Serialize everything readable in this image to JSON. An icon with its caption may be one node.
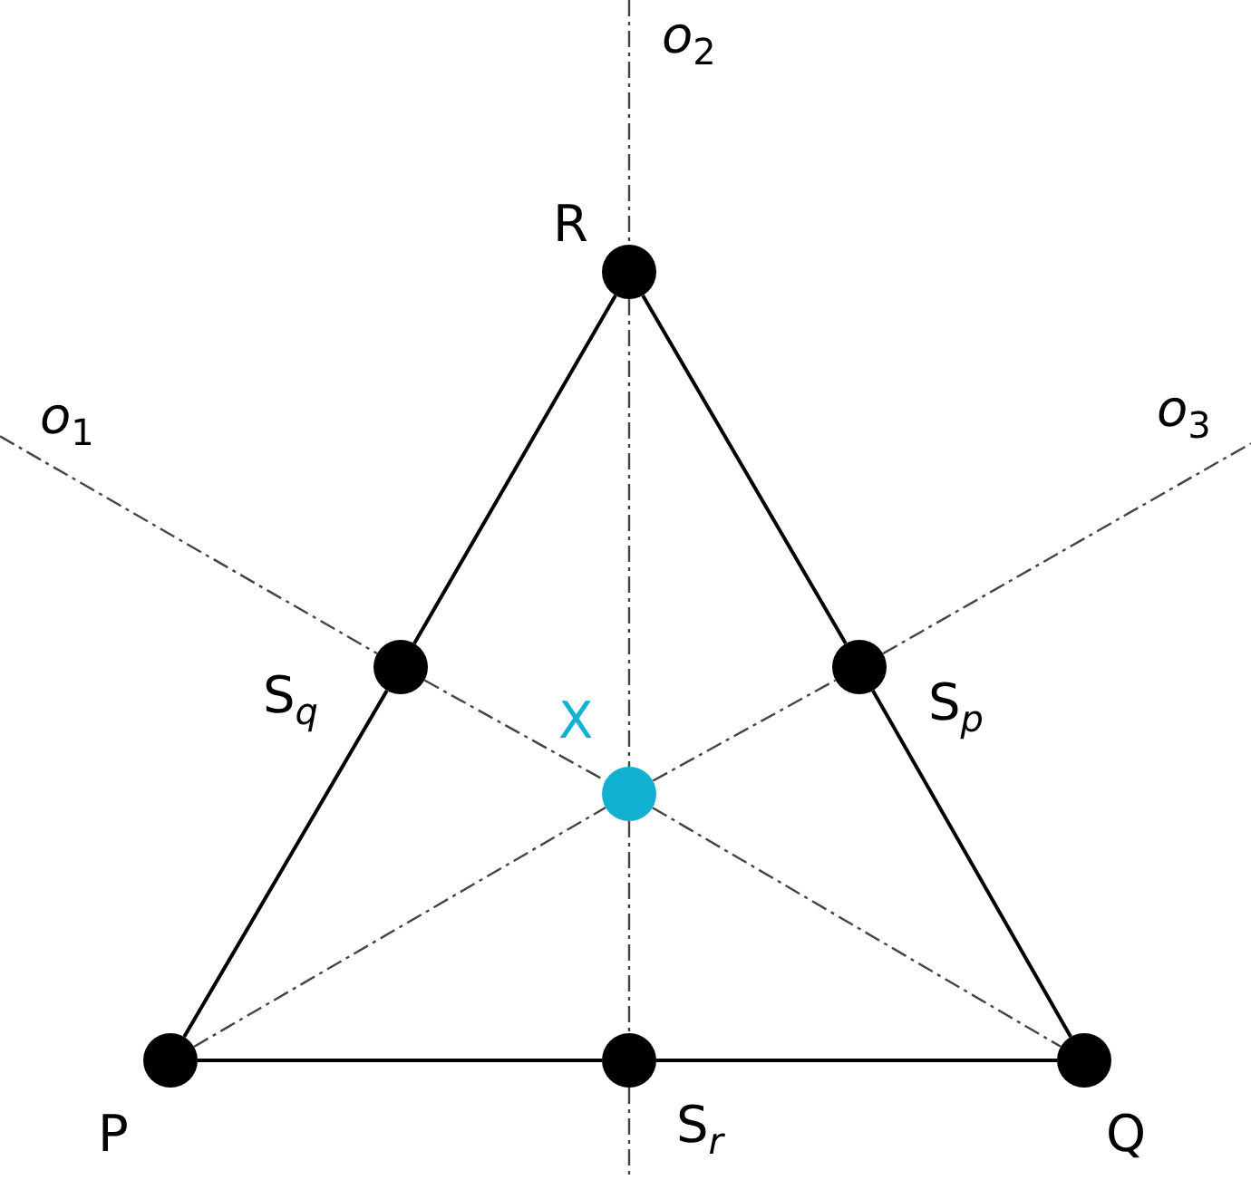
{
  "diagram": {
    "nodes": [
      {
        "text": [],
        "shape": "circle",
        "beside": [
          "R"
        ]
      },
      {
        "text": [],
        "shape": "circle",
        "beside": [
          "S$_{q}$"
        ]
      },
      {
        "text": [],
        "shape": "circle",
        "beside": [
          "S$_{p}$"
        ]
      },
      {
        "text": [],
        "shape": "circle",
        "beside": [
          "X"
        ]
      },
      {
        "text": [],
        "shape": "circle",
        "beside": [
          "P"
        ]
      },
      {
        "text": [],
        "shape": "circle",
        "beside": [
          "S$_{r}$"
        ]
      },
      {
        "text": [],
        "shape": "circle",
        "beside": [
          "Q"
        ]
      }
    ],
    "edges": [
      {
        "from": 4,
        "to": 5,
        "arrow": "none"
      },
      {
        "from": 5,
        "to": 6,
        "arrow": "none"
      },
      {
        "from": 6,
        "to": 2,
        "arrow": "none"
      },
      {
        "from": 2,
        "to": 0,
        "arrow": "none"
      },
      {
        "from": 0,
        "to": 1,
        "arrow": "none"
      },
      {
        "from": 1,
        "to": 4,
        "arrow": "none"
      },
      {
        "from": null,
        "to": 1,
        "arrow": "none",
        "style": "dashed"
      },
      {
        "from": 1,
        "to": 3,
        "arrow": "none",
        "style": "dashed"
      },
      {
        "from": 3,
        "to": 6,
        "arrow": "none",
        "style": "dashed"
      },
      {
        "from": null,
        "to": 0,
        "arrow": "none",
        "style": "dashed"
      },
      {
        "from": 0,
        "to": 3,
        "arrow": "none",
        "style": "dashed"
      },
      {
        "from": 3,
        "to": 5,
        "arrow": "none",
        "style": "dashed"
      },
      {
        "from": 5,
        "to": null,
        "arrow": "none",
        "style": "dashed"
      },
      {
        "from": 4,
        "to": 3,
        "arrow": "none",
        "style": "dashed"
      },
      {
        "from": 3,
        "to": 2,
        "arrow": "none",
        "style": "dashed"
      },
      {
        "from": 2,
        "to": null,
        "arrow": "none",
        "style": "dashed"
      }
    ],
    "labels": [
      "o$_{2}$",
      "o$_{1}$",
      "o$_{3}$"
    ]
  }
}
